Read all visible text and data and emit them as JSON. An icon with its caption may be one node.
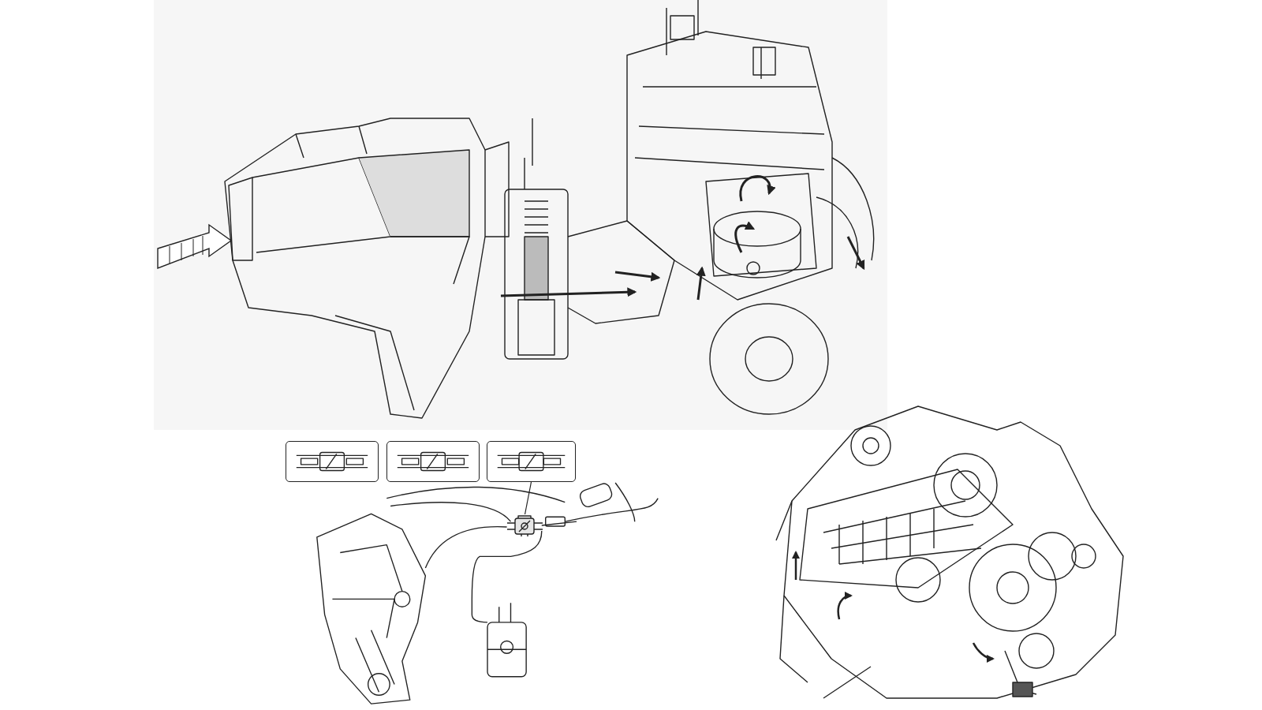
{
  "diagram": {
    "nodes": [
      {
        "text": [],
        "shape": "picture"
      },
      {
        "text": [],
        "shape": "box"
      },
      {
        "text": [],
        "shape": "box"
      },
      {
        "text": [],
        "shape": "box"
      },
      {
        "text": [],
        "shape": "picture"
      },
      {
        "text": [],
        "shape": "picture",
        "in": 4
      },
      {
        "text": [],
        "shape": "picture"
      }
    ],
    "edges": [
      {
        "from": 3,
        "to": 5,
        "arrow": "none"
      }
    ]
  }
}
